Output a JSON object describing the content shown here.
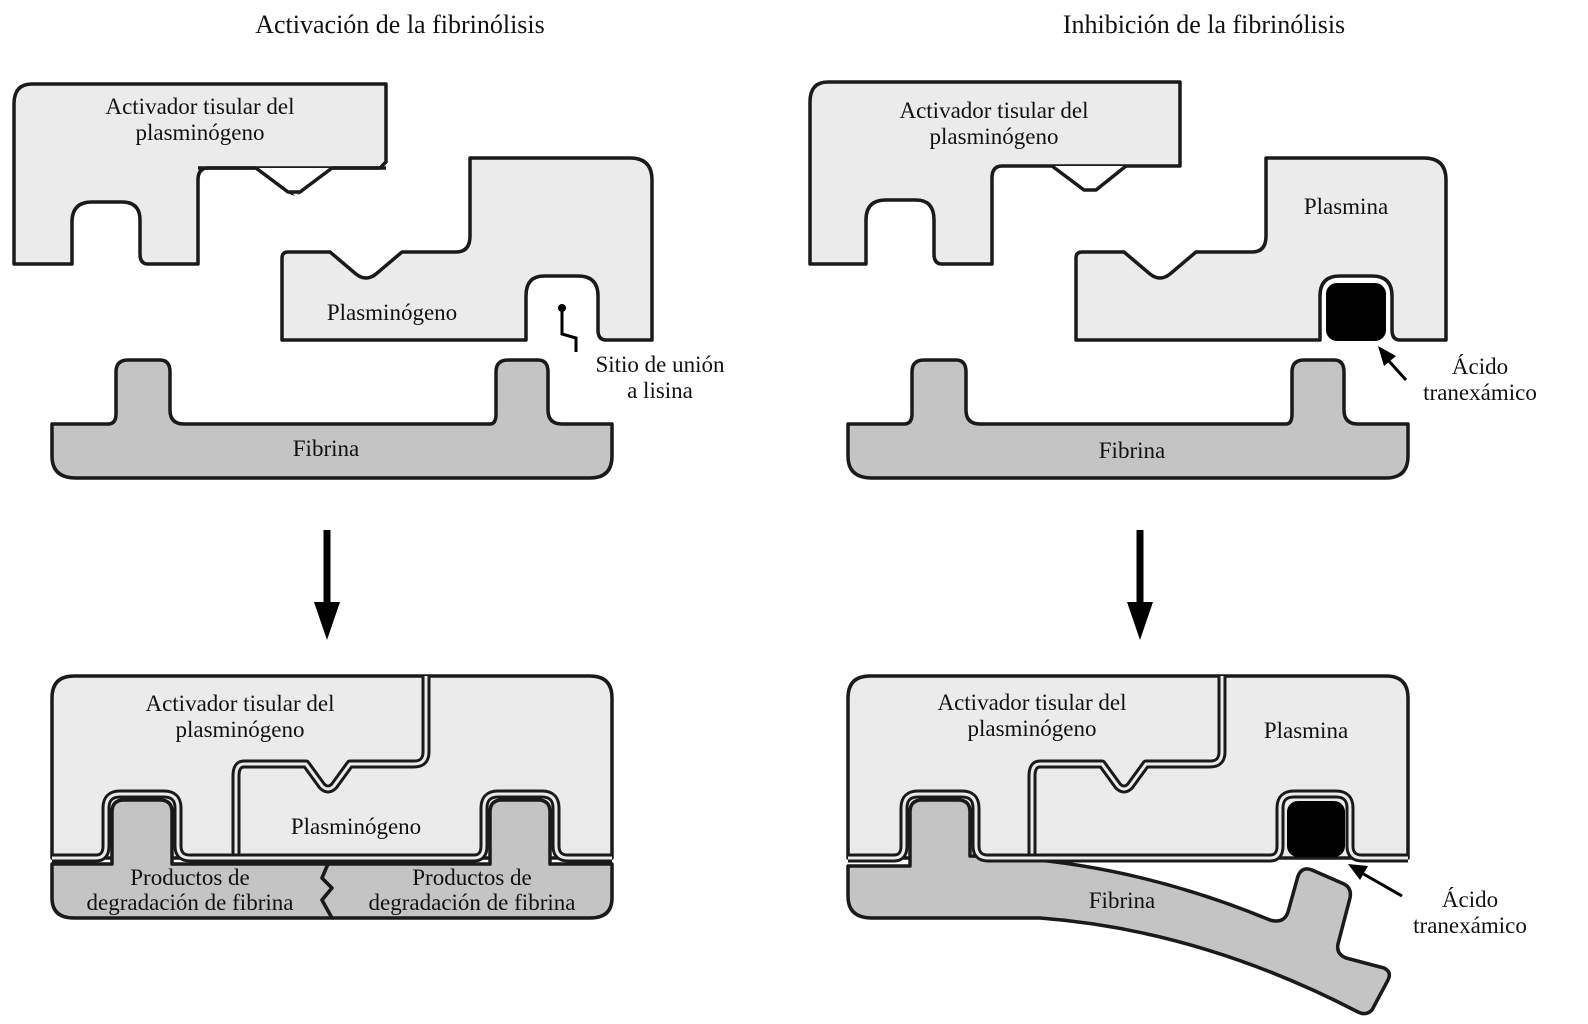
{
  "panels": {
    "left": {
      "title": "Activación de la fibrinólisis",
      "top": {
        "activator_line1": "Activador tisular del",
        "activator_line2": "plasminógeno",
        "plasminogen": "Plasminógeno",
        "binding_site_line1": "Sitio de unión",
        "binding_site_line2": "a lisina",
        "fibrin": "Fibrina"
      },
      "bottom": {
        "activator_line1": "Activador tisular del",
        "activator_line2": "plasminógeno",
        "plasminogen": "Plasminógeno",
        "fdp_left_line1": "Productos de",
        "fdp_left_line2": "degradación de fibrina",
        "fdp_right_line1": "Productos de",
        "fdp_right_line2": "degradación de fibrina"
      }
    },
    "right": {
      "title": "Inhibición de la fibrinólisis",
      "top": {
        "activator_line1": "Activador tisular del",
        "activator_line2": "plasminógeno",
        "plasmin": "Plasmina",
        "txa_line1": "Ácido",
        "txa_line2": "tranexámico",
        "fibrin": "Fibrina"
      },
      "bottom": {
        "activator_line1": "Activador tisular del",
        "activator_line2": "plasminógeno",
        "plasmin": "Plasmina",
        "txa_line1": "Ácido",
        "txa_line2": "tranexámico",
        "fibrin": "Fibrina"
      }
    }
  },
  "colors": {
    "protein_fill": "#ebebeb",
    "fibrin_fill": "#c4c4c4",
    "tranexamic_acid": "#000000",
    "outline": "#1a1a1a"
  }
}
